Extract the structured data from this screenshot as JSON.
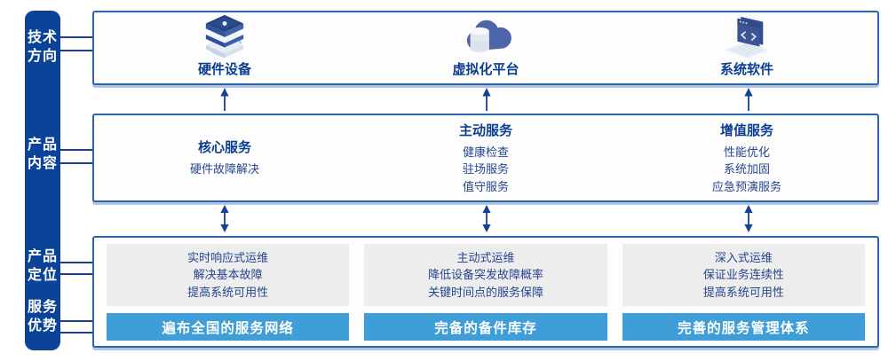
{
  "colors": {
    "rail_navy": "#0a4398",
    "panel_border": "#2e63ad",
    "heading_navy": "#0c3f90",
    "body_navy": "#26458f",
    "advantage_blue": "#3f9dd8",
    "positioning_gray": "#ededed",
    "arrow_navy": "#16428f"
  },
  "sidebar": {
    "labels": [
      {
        "id": "tech-direction",
        "text": "技术\n方向"
      },
      {
        "id": "product-content",
        "text": "产品\n内容"
      },
      {
        "id": "product-position",
        "text": "产品\n定位"
      },
      {
        "id": "service-advantage",
        "text": "服务\n优势"
      }
    ]
  },
  "tech_row": {
    "items": [
      {
        "icon": "server-stack-icon",
        "label": "硬件设备"
      },
      {
        "icon": "cloud-database-icon",
        "label": "虚拟化平台"
      },
      {
        "icon": "code-window-icon",
        "label": "系统软件"
      }
    ]
  },
  "content_row": {
    "columns": [
      {
        "heading": "核心服务",
        "items": [
          "硬件故障解决"
        ]
      },
      {
        "heading": "主动服务",
        "items": [
          "健康检查",
          "驻场服务",
          "值守服务"
        ]
      },
      {
        "heading": "增值服务",
        "items": [
          "性能优化",
          "系统加固",
          "应急预演服务"
        ]
      }
    ]
  },
  "bottom_row": {
    "columns": [
      {
        "positioning": [
          "实时响应式运维",
          "解决基本故障",
          "提高系统可用性"
        ],
        "advantage": "遍布全国的服务网络"
      },
      {
        "positioning": [
          "主动式运维",
          "降低设备突发故障概率",
          "关键时间点的服务保障"
        ],
        "advantage": "完备的备件库存"
      },
      {
        "positioning": [
          "深入式运维",
          "保证业务连续性",
          "提高系统可用性"
        ],
        "advantage": "完善的服务管理体系"
      }
    ]
  }
}
